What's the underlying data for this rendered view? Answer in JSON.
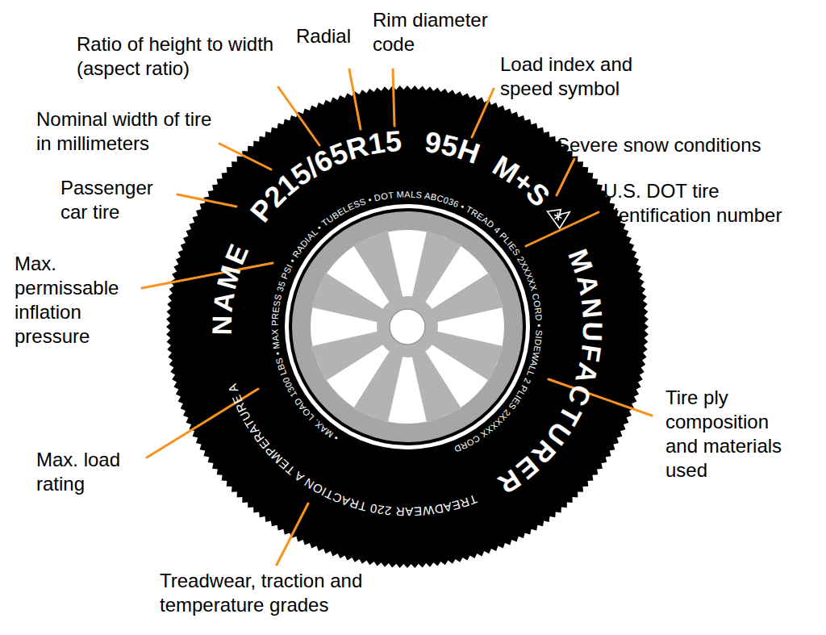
{
  "diagram": {
    "labels": [
      "Passenger car tire",
      "Nominal width of tire in millimeters",
      "Ratio of height to width (aspect ratio)",
      "Radial",
      "Rim diameter code",
      "Load index and speed symbol",
      "Severe snow conditions",
      "U.S. DOT tire identification number",
      "Max. permissable inflation pressure",
      "Tire ply composition and materials used",
      "Max. load rating",
      "Treadwear, traction and temperature grades",
      "P215/65R15",
      "95H",
      "M+S",
      "NAME",
      "MANUFACTURER",
      "• MAX. LOAD 1300 LBS • MAX PRESS 35 PSI • RADIAL • TUBELESS • DOT MALS ABC036 • TREAD 4 PLIES 2XXXXX CORD • SIDEWALL 2 PLIES 2XXXXX CORD",
      "TREADWEAR 220 TRACTION A TEMPERATURE A"
    ]
  }
}
